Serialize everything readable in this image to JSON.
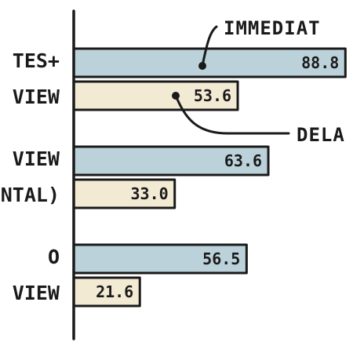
{
  "chart_data": {
    "type": "bar",
    "orientation": "horizontal",
    "categories": [
      [
        "TES+",
        "VIEW"
      ],
      [
        "VIEW",
        "NTAL)"
      ],
      [
        "O",
        "VIEW"
      ]
    ],
    "series": [
      {
        "name": "IMMEDIAT",
        "values": [
          88.8,
          63.6,
          56.5
        ]
      },
      {
        "name": "DELA",
        "values": [
          53.6,
          33.0,
          21.6
        ]
      }
    ],
    "value_labels": [
      [
        "88.8",
        "63.6",
        "56.5"
      ],
      [
        "53.6",
        "33.0",
        "21.6"
      ]
    ],
    "xlim": [
      0,
      100
    ],
    "grid": false,
    "legend": "inline annotations",
    "colors": {
      "immediate": "#bcd2da",
      "delayed": "#f3ead4",
      "ink": "#1a1a1a"
    }
  }
}
